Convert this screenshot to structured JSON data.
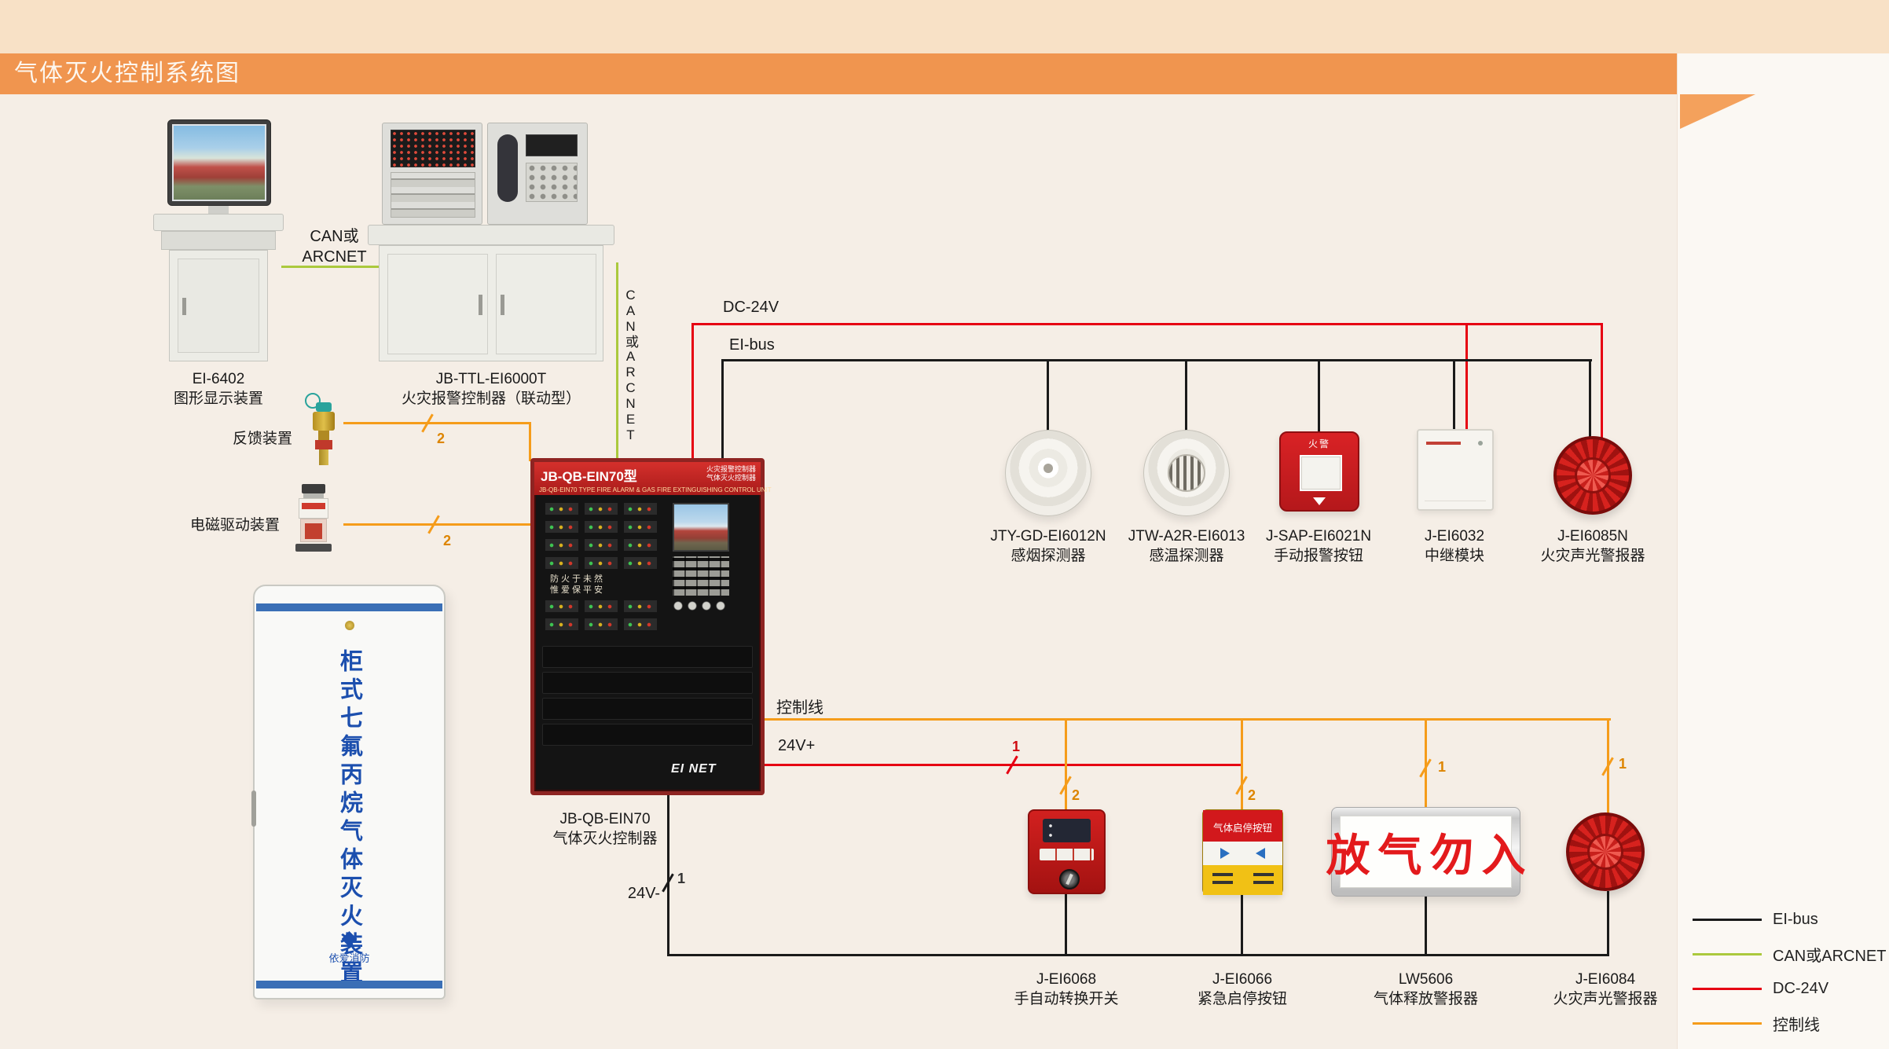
{
  "header": {
    "title": "气体灭火控制系统图"
  },
  "workstation": {
    "model": "EI-6402",
    "name": "图形显示装置"
  },
  "fire_alarm_controller": {
    "model": "JB-TTL-EI6000T",
    "name": "火灾报警控制器（联动型）"
  },
  "links": {
    "can_line1": "CAN或",
    "can_line2": "ARCNET",
    "can_vertical": "CAN或ARCNET",
    "dc24v": "DC-24V",
    "ei_bus": "EI-bus",
    "control_line": "控制线",
    "v24_plus": "24V+",
    "v24_minus": "24V-"
  },
  "gas_panel": {
    "model": "JB-QB-EIN70",
    "name": "气体灭火控制器",
    "face_model": "JB-QB-EIN70型",
    "face_line1": "火灾报警控制器",
    "face_line2": "气体灭火控制器",
    "face_en": "JB-QB-EIN70 TYPE FIRE ALARM & GAS FIRE EXTINGUISHING CONTROL UNIT",
    "slogan1": "防火于未然",
    "slogan2": "惟爱保平安",
    "logo": "EI NET"
  },
  "feedback_device": {
    "name": "反馈装置"
  },
  "solenoid_device": {
    "name": "电磁驱动装置"
  },
  "cabinet": {
    "name": "柜式七氟丙烷气体灭火装置",
    "brand": "依爱消防"
  },
  "bus_devices": [
    {
      "model": "JTY-GD-EI6012N",
      "name": "感烟探测器"
    },
    {
      "model": "JTW-A2R-EI6013",
      "name": "感温探测器"
    },
    {
      "model": "J-SAP-EI6021N",
      "name": "手动报警按钮",
      "face": "火警"
    },
    {
      "model": "J-EI6032",
      "name": "中继模块"
    },
    {
      "model": "J-EI6085N",
      "name": "火灾声光警报器"
    }
  ],
  "ctrl_devices": [
    {
      "model": "J-EI6068",
      "name": "手自动转换开关"
    },
    {
      "model": "J-EI6066",
      "name": "紧急启停按钮",
      "face": "气体启停按钮"
    },
    {
      "model": "LW5606",
      "name": "气体释放警报器",
      "sign": "放气勿入"
    },
    {
      "model": "J-EI6084",
      "name": "火灾声光警报器"
    }
  ],
  "marks": [
    "2",
    "2",
    "1",
    "2",
    "2",
    "1",
    "1",
    "1"
  ],
  "legend": [
    {
      "label": "EI-bus",
      "color": "#1a1a1a"
    },
    {
      "label": "CAN或ARCNET",
      "color": "#abc93d"
    },
    {
      "label": "DC-24V",
      "color": "#e60012"
    },
    {
      "label": "控制线",
      "color": "#f59c1a"
    }
  ]
}
